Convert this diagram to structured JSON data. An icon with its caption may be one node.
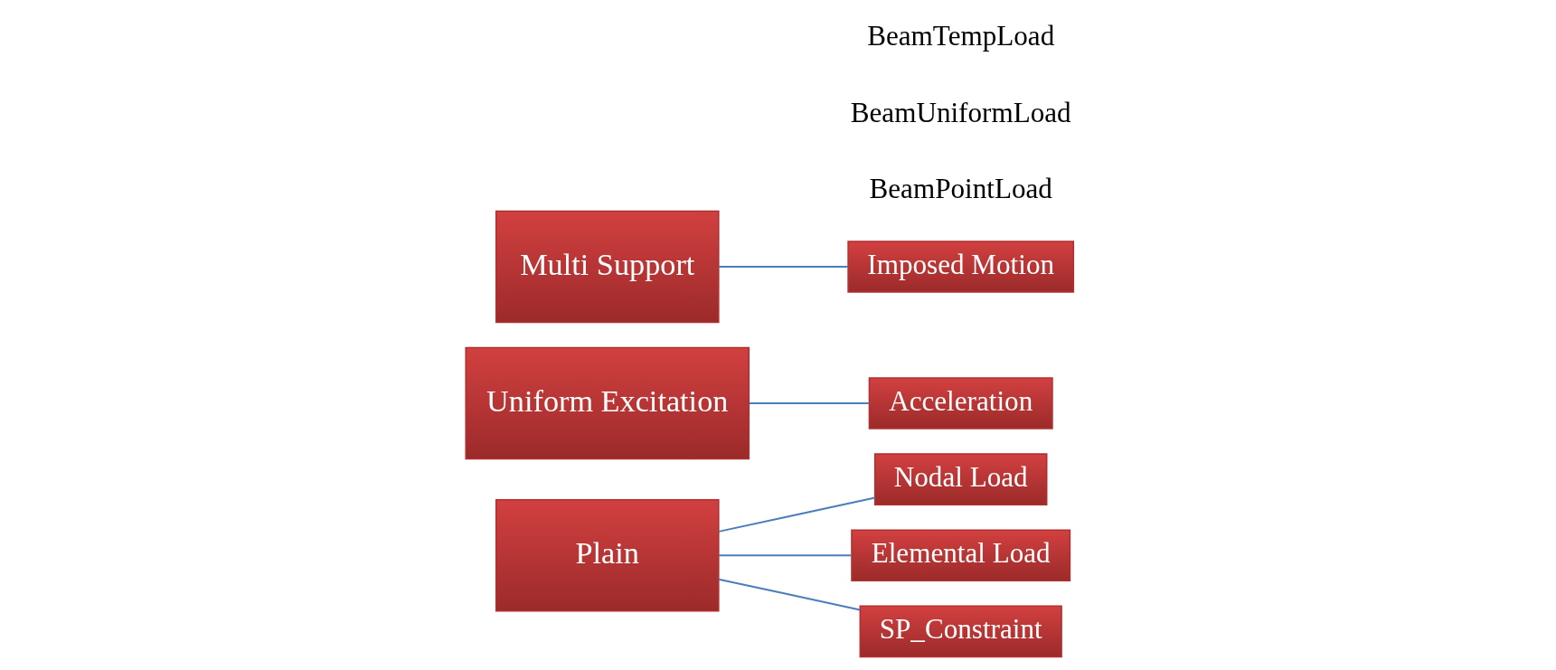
{
  "diagram": {
    "nodes": [
      {
        "text": [
          "Plain"
        ]
      },
      {
        "text": [
          "Nodal Load"
        ]
      },
      {
        "text": [
          "Elemental Load"
        ]
      },
      {
        "text": [
          "SP_Constraint"
        ]
      },
      {
        "text": [
          "Uniform Excitation"
        ]
      },
      {
        "text": [
          "Acceleration"
        ]
      },
      {
        "text": [
          "Multi Support"
        ]
      },
      {
        "text": [
          "Imposed Motion"
        ]
      }
    ],
    "edges": [
      {
        "from": 0,
        "to": 1,
        "arrow": "none"
      },
      {
        "from": 0,
        "to": 2,
        "arrow": "none"
      },
      {
        "from": 0,
        "to": 3,
        "arrow": "none"
      },
      {
        "from": 4,
        "to": 5,
        "arrow": "none"
      },
      {
        "from": 6,
        "to": 7,
        "arrow": "none"
      }
    ],
    "labels": [
      "BeamPointLoad",
      "BeamUniformLoad",
      "BeamTempLoad"
    ]
  }
}
